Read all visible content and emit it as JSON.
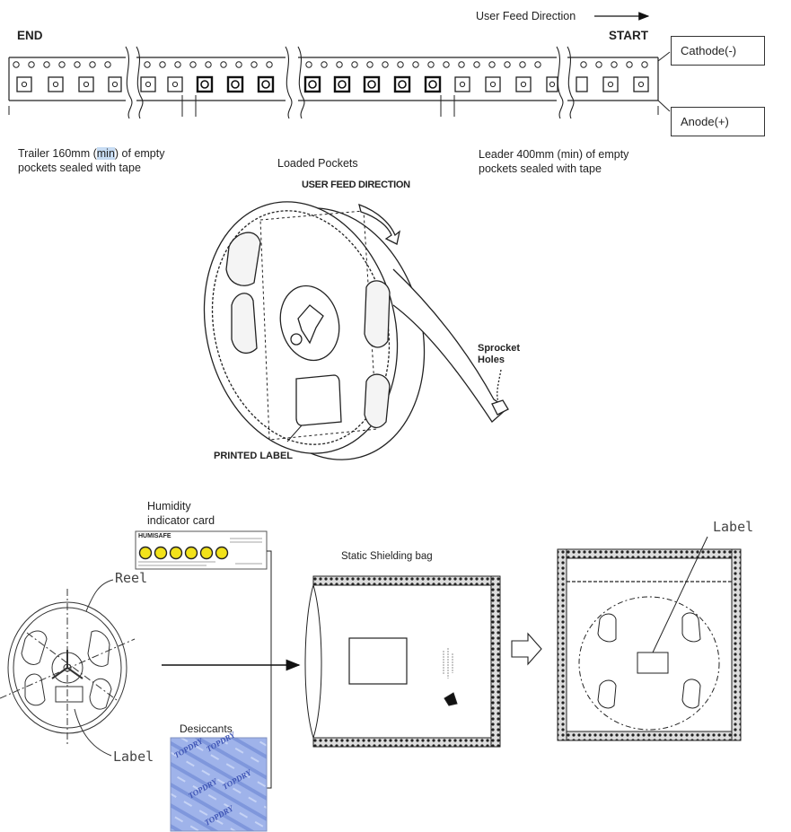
{
  "tape": {
    "feed_direction_label": "User Feed Direction",
    "end_label": "END",
    "start_label": "START",
    "cathode_label": "Cathode(-)",
    "anode_label": "Anode(+)",
    "trailer_line1_pre": "Trailer 160mm (",
    "trailer_highlight": "min",
    "trailer_line1_post": ") of empty",
    "trailer_line2": "pockets sealed with tape",
    "loaded_label": "Loaded Pockets",
    "leader_line1": "Leader 400mm (min) of empty",
    "leader_line2": "pockets sealed with tape"
  },
  "reel_illustration": {
    "user_feed_direction": "USER FEED DIRECTION",
    "sprocket_line1": "Sprocket",
    "sprocket_line2": "Holes",
    "printed_label": "PRINTED LABEL"
  },
  "packing": {
    "humidity_line1": "Humidity",
    "humidity_line2": "indicator card",
    "humisafe_brand": "HUMISAFE",
    "static_bag_label": "Static Shielding bag",
    "reel_label": "Reel",
    "reel_label_tag": "Label",
    "desiccants_label": "Desiccants",
    "desiccant_brand": "TOPDRY",
    "bag_label": "Label"
  },
  "colors": {
    "line": "#222222",
    "highlight": "#c7dcf3",
    "indicator_yellow": "#f2e21a",
    "desiccant_blue": "#8fa6e0"
  }
}
